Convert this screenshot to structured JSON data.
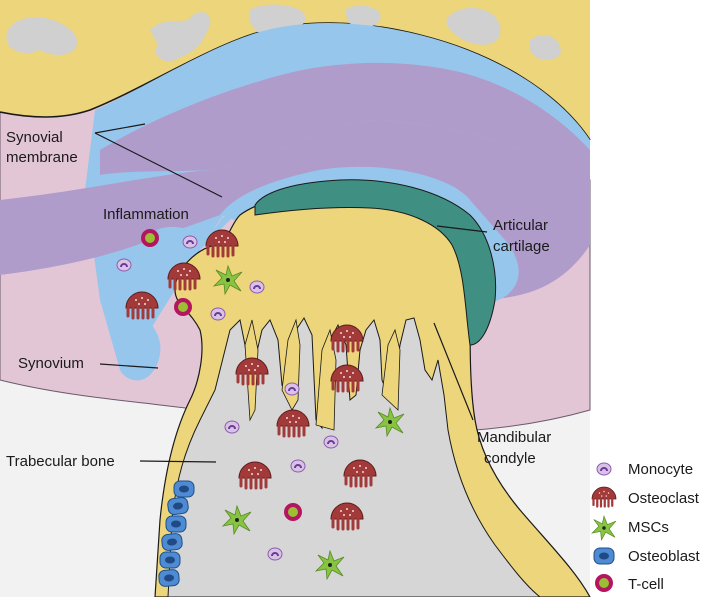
{
  "labels": {
    "synovial_membrane_line1": "Synovial",
    "synovial_membrane_line2": "membrane",
    "inflammation": "Inflammation",
    "articular_cartilage_line1": "Articular",
    "articular_cartilage_line2": "cartilage",
    "synovium": "Synovium",
    "mandibular_condyle_line1": "Mandibular",
    "mandibular_condyle_line2": "condyle",
    "trabecular_bone": "Trabecular bone"
  },
  "legend": [
    {
      "icon": "monocyte-icon",
      "label": "Monocyte"
    },
    {
      "icon": "osteoclast-icon",
      "label": "Osteoclast"
    },
    {
      "icon": "msc-icon",
      "label": "MSCs"
    },
    {
      "icon": "osteoblast-icon",
      "label": "Osteoblast"
    },
    {
      "icon": "t-cell-icon",
      "label": "T-cell"
    }
  ],
  "colors": {
    "bone": "#ecd57a",
    "synovial_fluid": "#96c6ec",
    "disc": "#b09ccb",
    "synovium_tissue": "#e3c6d6",
    "cartilage": "#3f8f82",
    "marrow": "#d6d6d6",
    "osteoclast": "#a33a3a",
    "monocyte": "#8e5bb0",
    "msc": "#86c441",
    "osteoblast": "#3f7dc4",
    "t_cell_ring": "#b3155f",
    "t_cell_core": "#9bbf34"
  }
}
